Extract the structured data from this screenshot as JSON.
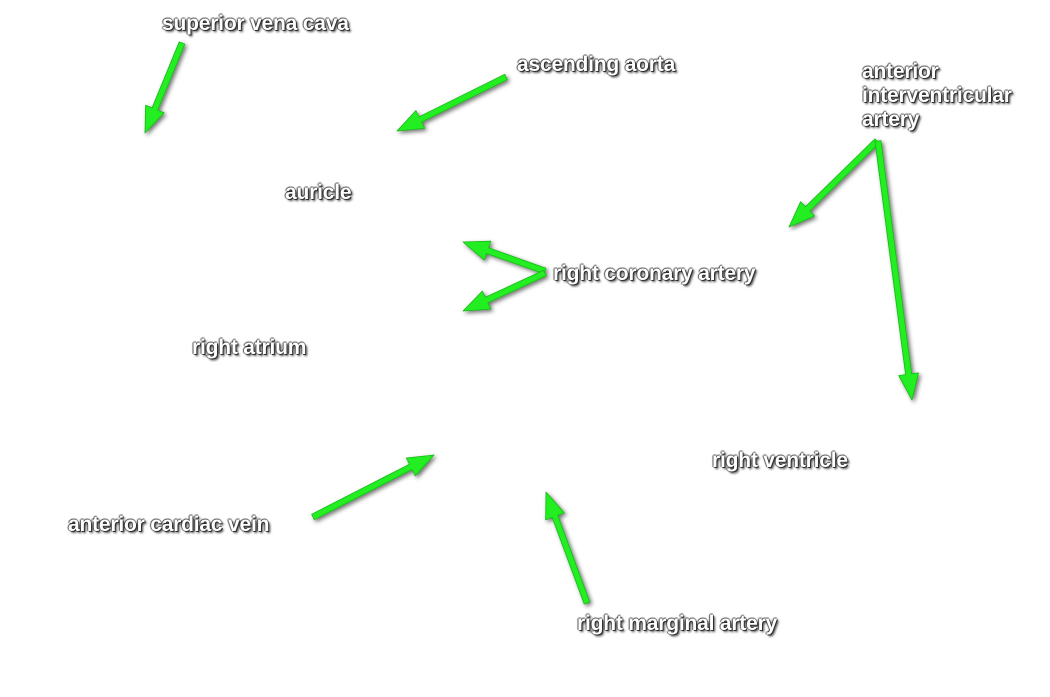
{
  "arrow_color": "#22ee22",
  "labels": {
    "superior_vena_cava": "superior vena cava",
    "ascending_aorta": "ascending aorta",
    "anterior_interventricular_artery": [
      "anterior",
      "interventricular",
      "artery"
    ],
    "auricle": "auricle",
    "right_coronary_artery": "right coronary artery",
    "right_atrium": "right atrium",
    "right_ventricle": "right ventricle",
    "anterior_cardiac_vein": "anterior cardiac vein",
    "right_marginal_artery": "right marginal artery"
  }
}
